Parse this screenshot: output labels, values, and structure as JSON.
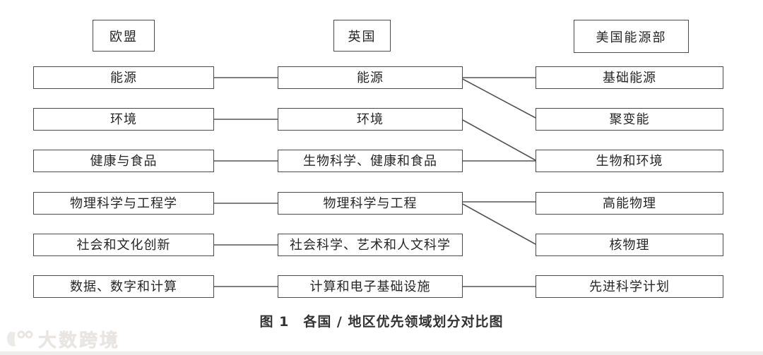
{
  "figure": {
    "caption": "图 1　各国 / 地区优先领域划分对比图"
  },
  "columns": [
    {
      "header": "欧盟",
      "items": [
        "能源",
        "环境",
        "健康与食品",
        "物理科学与工程学",
        "社会和文化创新",
        "数据、数字和计算"
      ]
    },
    {
      "header": "英国",
      "items": [
        "能源",
        "环境",
        "生物科学、健康和食品",
        "物理科学与工程",
        "社会科学、艺术和人文科学",
        "计算和电子基础设施"
      ]
    },
    {
      "header": "美国能源部",
      "items": [
        "基础能源",
        "聚变能",
        "生物和环境",
        "高能物理",
        "核物理",
        "先进科学计划"
      ]
    }
  ],
  "connections": [
    {
      "from": "欧盟:能源",
      "to": "英国:能源"
    },
    {
      "from": "欧盟:环境",
      "to": "英国:环境"
    },
    {
      "from": "欧盟:健康与食品",
      "to": "英国:生物科学、健康和食品"
    },
    {
      "from": "欧盟:物理科学与工程学",
      "to": "英国:物理科学与工程"
    },
    {
      "from": "欧盟:社会和文化创新",
      "to": "英国:社会科学、艺术和人文科学"
    },
    {
      "from": "欧盟:数据、数字和计算",
      "to": "英国:计算和电子基础设施"
    },
    {
      "from": "英国:能源",
      "to": "美国能源部:基础能源"
    },
    {
      "from": "英国:能源",
      "to": "美国能源部:聚变能"
    },
    {
      "from": "英国:环境",
      "to": "美国能源部:生物和环境"
    },
    {
      "from": "英国:生物科学、健康和食品",
      "to": "美国能源部:生物和环境"
    },
    {
      "from": "英国:物理科学与工程",
      "to": "美国能源部:高能物理"
    },
    {
      "from": "英国:物理科学与工程",
      "to": "美国能源部:核物理"
    },
    {
      "from": "英国:计算和电子基础设施",
      "to": "美国能源部:先进科学计划"
    }
  ],
  "watermark": {
    "text": "大数跨境"
  },
  "colors": {
    "box_border": "#4a4a4a",
    "connector": "#555555",
    "text": "#262626",
    "caption_text": "#333333",
    "background": "#ffffff",
    "watermark": "#e8e5e2"
  }
}
